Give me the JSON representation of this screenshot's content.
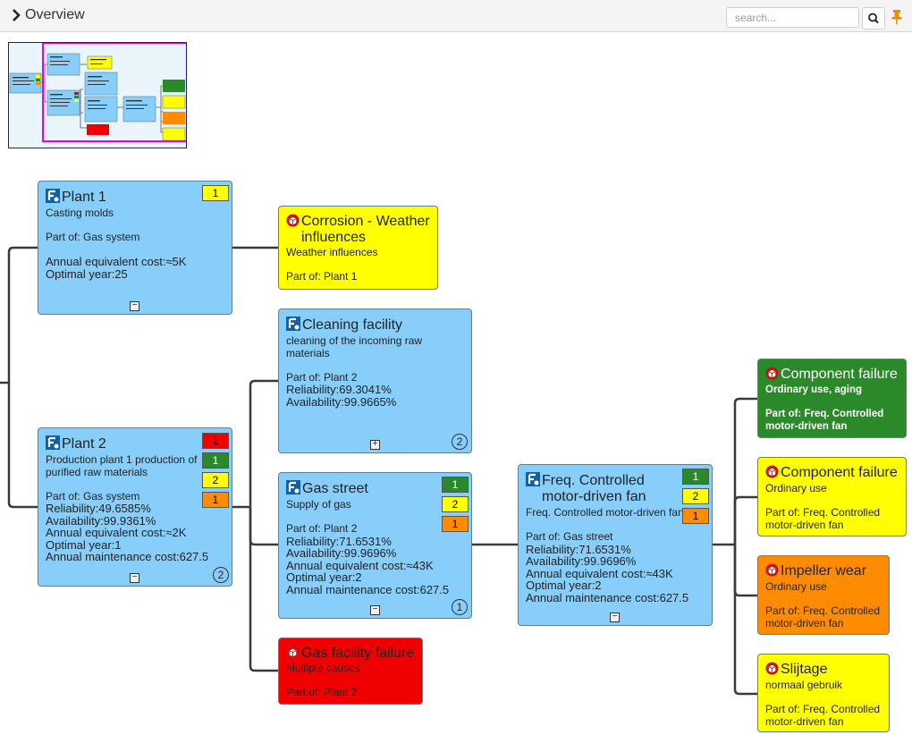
{
  "header": {
    "title": "Overview",
    "search_placeholder": "search...",
    "search_icon": "magnifier-icon",
    "pin_icon": "pin-icon",
    "toggle_icon": "chevron-right-icon"
  },
  "colors": {
    "node_blue": "#87cefa",
    "risk_yellow": "#ffff00",
    "risk_green": "#2a8a2a",
    "risk_red": "#f00000",
    "risk_orange": "#ff8c00",
    "minimap_frame": "#e600e6"
  },
  "nodes": {
    "plant1": {
      "icon": "function-icon",
      "title": "Plant 1",
      "lines": [
        "Casting molds",
        "",
        "Part of: Gas system",
        "",
        "Annual equivalent cost:≈5K",
        "Optimal year:25"
      ],
      "badges": [
        "1"
      ],
      "collapse": "−"
    },
    "corrosion": {
      "icon": "failure-mode-icon",
      "title": "Corrosion - Weather",
      "title2": "influences",
      "lines": [
        "Weather influences",
        "",
        "Part of: Plant 1"
      ]
    },
    "plant2": {
      "icon": "function-icon",
      "title": "Plant 2",
      "lines": [
        "Production plant 1 production of",
        "purified raw materials",
        "",
        "Part of: Gas system",
        "Reliability:49.6585%",
        "Availability:99.9361%",
        "Annual equivalent cost:≈2K",
        "Optimal year:1",
        "Annual maintenance cost:627.5"
      ],
      "badges": [
        "1",
        "1",
        "2",
        "1"
      ],
      "collapse": "−",
      "count": "2"
    },
    "cleaning": {
      "icon": "function-icon",
      "title": "Cleaning facility",
      "lines": [
        "cleaning of the incoming raw",
        "materials",
        "",
        "Part of: Plant 2",
        "Reliability:69.3041%",
        "Availability:99.9665%"
      ],
      "collapse": "+",
      "count": "2"
    },
    "gasstreet": {
      "icon": "function-icon",
      "title": "Gas street",
      "lines": [
        "Supply of gas",
        "",
        "Part of: Plant 2",
        "Reliability:71.6531%",
        "Availability:99.9696%",
        "Annual equivalent cost:≈43K",
        "Optimal year:2",
        "Annual maintenance cost:627.5"
      ],
      "badges": [
        "1",
        "2",
        "1"
      ],
      "collapse": "−",
      "count": "1"
    },
    "gasfailure": {
      "icon": "failure-mode-icon",
      "title": "Gas facility failure",
      "lines": [
        "Multiple causes",
        "",
        "Part of: Plant 2"
      ]
    },
    "fan": {
      "icon": "function-icon",
      "title": "Freq. Controlled",
      "title2": "motor-driven fan",
      "lines": [
        "Freq. Controlled motor-driven fan",
        "",
        "Part of: Gas street",
        "Reliability:71.6531%",
        "Availability:99.9696%",
        "Annual equivalent cost:≈43K",
        "Optimal year:2",
        "Annual maintenance cost:627.5"
      ],
      "badges": [
        "1",
        "2",
        "1"
      ],
      "collapse": "−"
    },
    "comp1": {
      "icon": "failure-mode-icon",
      "title": "Component failure",
      "lines": [
        "Ordinary use, aging",
        "",
        "Part of: Freq. Controlled",
        "motor-driven fan"
      ]
    },
    "comp2": {
      "icon": "failure-mode-icon",
      "title": "Component failure",
      "lines": [
        "Ordinary use",
        "",
        "Part of: Freq. Controlled",
        "motor-driven fan"
      ]
    },
    "impeller": {
      "icon": "failure-mode-icon",
      "title": "Impeller wear",
      "lines": [
        "Ordinary use",
        "",
        "Part of: Freq. Controlled",
        "motor-driven fan"
      ]
    },
    "slijtage": {
      "icon": "failure-mode-icon",
      "title": "Slijtage",
      "lines": [
        "normaal gebruik",
        "",
        "Part of: Freq. Controlled",
        "motor-driven fan"
      ]
    }
  }
}
